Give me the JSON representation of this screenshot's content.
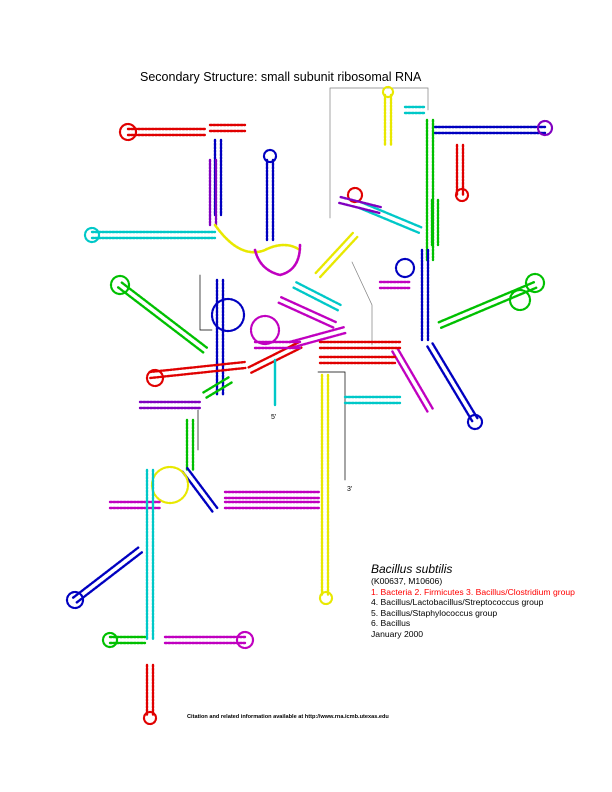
{
  "title": "Secondary Structure: small subunit ribosomal RNA",
  "organism": "Bacillus subtilis",
  "accession": "(K00637, M10606)",
  "lineage": [
    {
      "text": "1. Bacteria 2. Firmicutes 3. Bacillus/Clostridium group",
      "color": "#ff0000"
    },
    {
      "text": "4. Bacillus/Lactobacillus/Streptococcus group",
      "color": "#000000"
    },
    {
      "text": "5. Bacillus/Staphylococcus group",
      "color": "#000000"
    },
    {
      "text": "6. Bacillus",
      "color": "#000000"
    }
  ],
  "date": "January 2000",
  "footer": "Citation and related information available at http://www.rna.icmb.utexas.edu",
  "five_prime": "5'",
  "three_prime": "3'",
  "colors": {
    "red": "#e00000",
    "blue": "#0000c0",
    "green": "#00c000",
    "magenta": "#c000c0",
    "cyan": "#00c8c8",
    "yellow": "#e8e800",
    "purple": "#8000c0"
  }
}
